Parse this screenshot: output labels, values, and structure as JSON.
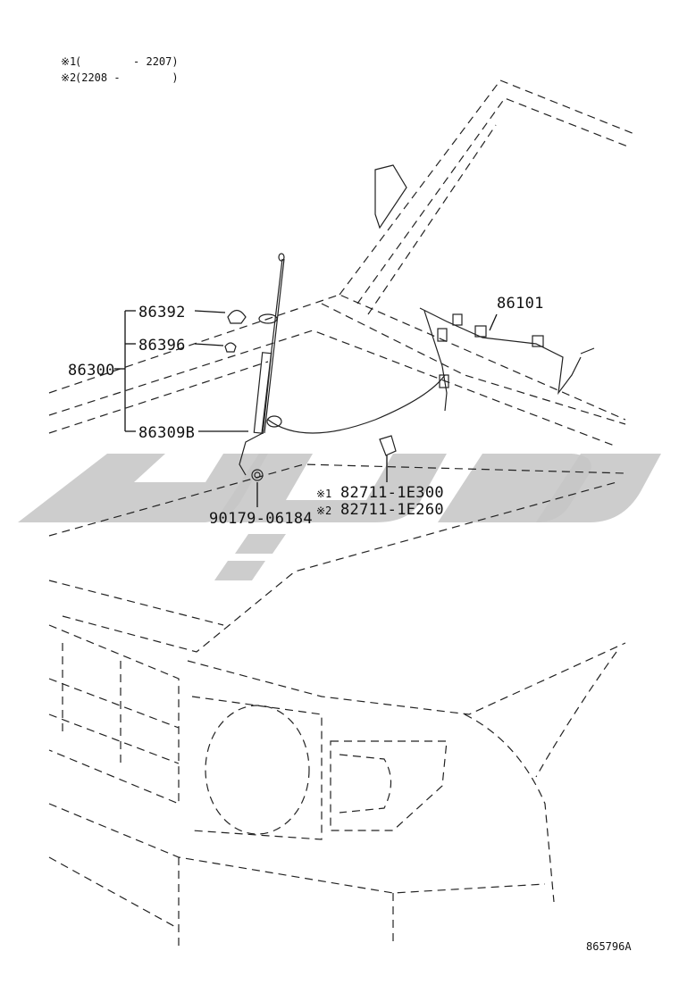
{
  "notes": [
    {
      "mark": "※1",
      "text": "(        - 2207)"
    },
    {
      "mark": "※2",
      "text": "(2208 -        )"
    }
  ],
  "parts": {
    "p86392": "86392",
    "p86396": "86396",
    "p86300": "86300",
    "p86309B": "86309B",
    "p90179": "90179-06184",
    "p86101": "86101",
    "p82711a": "82711-1E300",
    "p82711b": "82711-1E260"
  },
  "marks": {
    "m1": "※1",
    "m2": "※2"
  },
  "drawing_code": "865796A",
  "colors": {
    "line": "#222222",
    "watermark": "#c6c6c6"
  }
}
